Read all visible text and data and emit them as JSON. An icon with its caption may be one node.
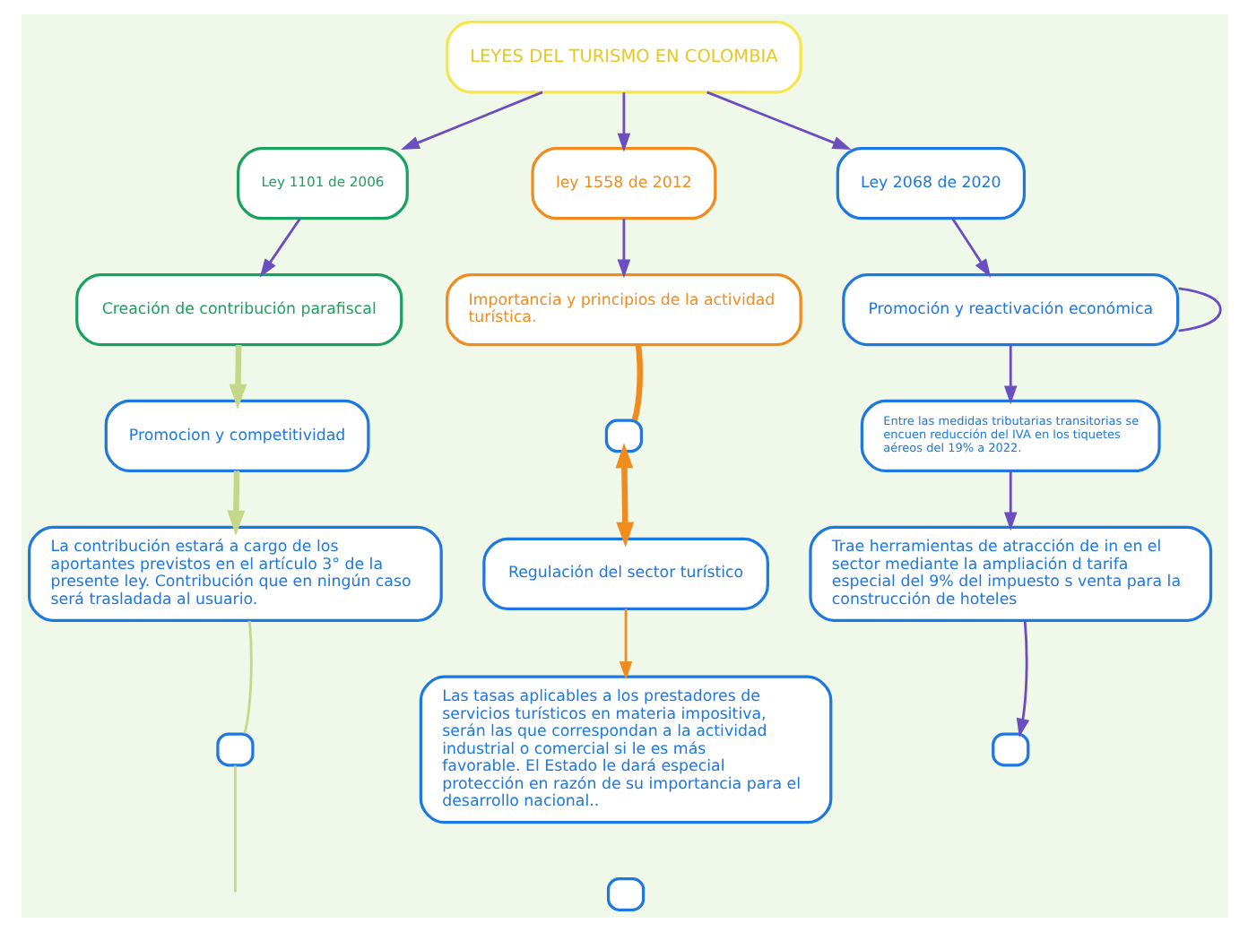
{
  "diagram": {
    "nodes": [
      {
        "text": [
          "LEYES DEL TURISMO EN COLOMBIA"
        ]
      },
      {
        "text": [
          "Ley 1101 de 2006"
        ]
      },
      {
        "text": [
          "ley 1558 de 2012"
        ]
      },
      {
        "text": [
          "Ley 2068 de 2020"
        ]
      },
      {
        "text": [
          "Creación de contribución parafiscal"
        ]
      },
      {
        "text": [
          "Promocion y competitividad"
        ]
      },
      {
        "text": [
          "La contribución estará a cargo de los aportantes previstos en el artículo 3° de la presente ley. Contribución que en ningún caso será trasladada al usuario."
        ]
      },
      {
        "text": [],
        "shape": "box"
      },
      {
        "text": [
          "Importancia y principios de la actividad turística."
        ]
      },
      {
        "text": [],
        "shape": "box"
      },
      {
        "text": [
          "Regulación del sector turístico"
        ]
      },
      {
        "text": [
          "Las tasas aplicables a los prestadores de servicios turísticos en materia impositiva, serán las que correspondan a la actividad industrial o comercial si le es más favorable. El Estado le dará especial protección en razón de su importancia para el desarrollo nacional.."
        ]
      },
      {
        "text": [],
        "shape": "box"
      },
      {
        "text": [
          "Promoción y reactivación económica"
        ]
      },
      {
        "text": [
          "Entre las medidas tributarias transitorias se encuen reducción del IVA en los tiquetes aéreos del 19% a 2022."
        ]
      },
      {
        "text": [
          "Trae herramientas de atracción de in en el sector mediante la ampliación d tarifa especial del 9% del impuesto s venta para la construcción de hoteles"
        ]
      },
      {
        "text": [],
        "shape": "box"
      }
    ],
    "edges": [
      {
        "from": 0,
        "to": 1,
        "arrow": "to"
      },
      {
        "from": 0,
        "to": 2,
        "arrow": "to"
      },
      {
        "from": 0,
        "to": 3,
        "arrow": "to"
      },
      {
        "from": 1,
        "to": 4,
        "arrow": "to"
      },
      {
        "from": 2,
        "to": 8,
        "arrow": "to"
      },
      {
        "from": 3,
        "to": 13,
        "arrow": "to"
      },
      {
        "from": 4,
        "to": 5,
        "arrow": "to",
        "color": "#c5d88a",
        "style": "thick"
      },
      {
        "from": 5,
        "to": 6,
        "arrow": "to",
        "color": "#c5d88a",
        "style": "thick"
      },
      {
        "from": 6,
        "to": 7,
        "arrow": "none",
        "color": "#c5d88a"
      },
      {
        "from": 7,
        "to": null,
        "arrow": "none",
        "color": "#c5d88a"
      },
      {
        "from": 8,
        "to": 9,
        "arrow": "none",
        "color": "#f08c1e",
        "style": "thick"
      },
      {
        "from": 9,
        "to": 10,
        "arrow": "both",
        "color": "#f08c1e",
        "style": "thick"
      },
      {
        "from": 10,
        "to": 11,
        "arrow": "to",
        "color": "#f08c1e"
      },
      {
        "from": 13,
        "to": 13,
        "arrow": "none"
      },
      {
        "from": 13,
        "to": 14,
        "arrow": "to"
      },
      {
        "from": 14,
        "to": 15,
        "arrow": "to"
      },
      {
        "from": 15,
        "to": 16,
        "arrow": "to"
      }
    ]
  }
}
